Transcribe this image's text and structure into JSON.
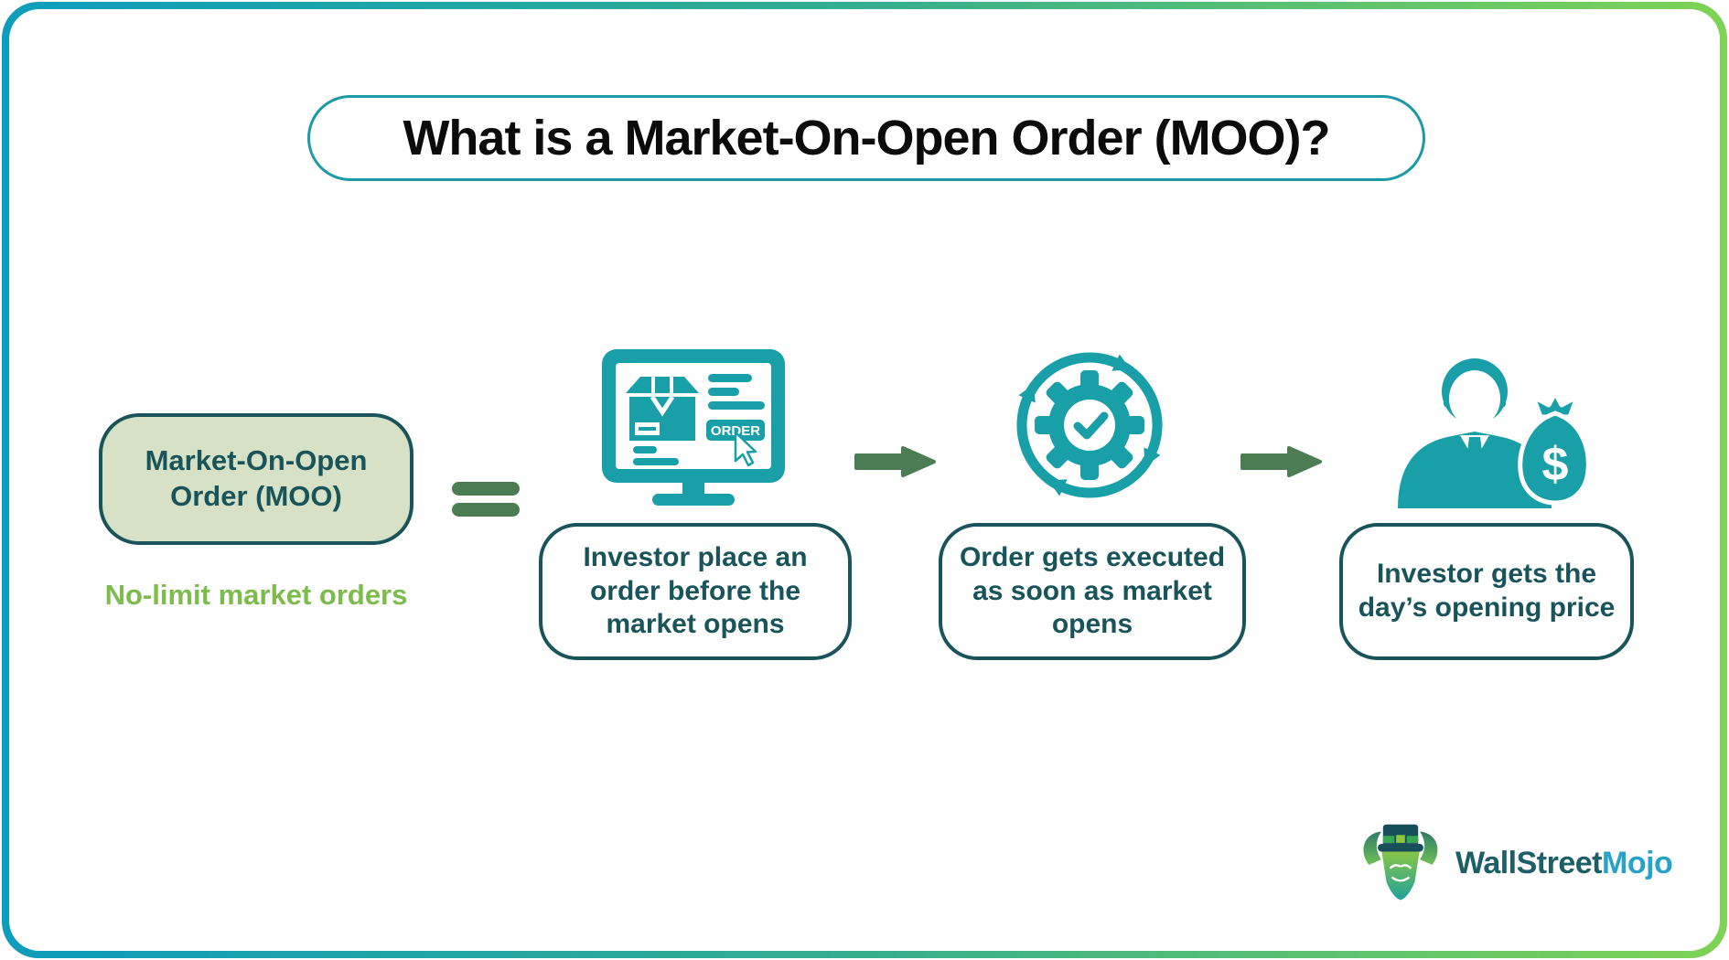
{
  "title": "What is a Market-On-Open Order (MOO)?",
  "concept": {
    "label": "Market-On-Open Order (MOO)",
    "subtitle": "No-limit market orders"
  },
  "steps": [
    {
      "icon": "online-order-monitor-icon",
      "icon_label": "ORDER",
      "caption": "Investor place an order before the market opens"
    },
    {
      "icon": "execution-cycle-gear-icon",
      "caption": "Order gets executed as soon as market opens"
    },
    {
      "icon": "investor-money-bag-icon",
      "icon_label": "$",
      "caption": "Investor gets the day’s opening price"
    }
  ],
  "brand": {
    "primary": "WallStreet",
    "secondary": "Mojo"
  },
  "colors": {
    "teal_icon": "#189FA7",
    "dark_teal": "#19545B",
    "sage_fill": "#D6E1C6",
    "green_text": "#7DBB4C",
    "dark_green_arrow": "#4C7C52",
    "title_border": "#1C9AA6",
    "frame_gradient_start": "#0D9DBC",
    "frame_gradient_end": "#7FD355",
    "brand_primary_color": "#1D5F66",
    "brand_secondary_color": "#25A3C9"
  }
}
